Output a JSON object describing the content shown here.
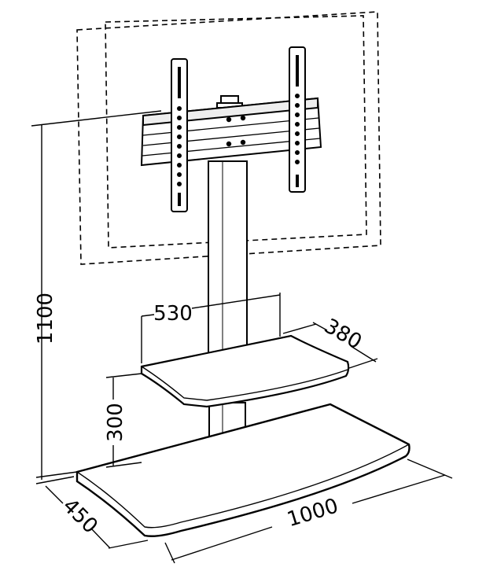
{
  "dimensions": {
    "total_height": "1100",
    "shelf_width": "530",
    "shelf_depth": "380",
    "shelf_gap": "300",
    "base_depth": "450",
    "base_width": "1000"
  },
  "colors": {
    "line": "#000000",
    "background": "#ffffff"
  }
}
